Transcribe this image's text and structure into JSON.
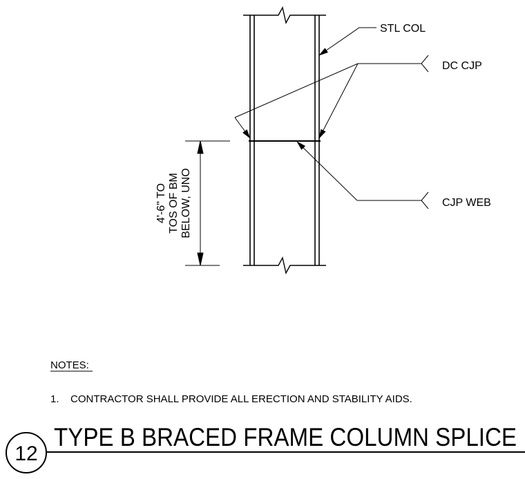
{
  "callouts": {
    "stl_col": "STL COL",
    "dc_cjp": "DC CJP",
    "cjp_web": "CJP WEB"
  },
  "dimension": {
    "line1": "4'-6\" TO",
    "line2": "TOS OF BM",
    "line3": "BELOW, UNO"
  },
  "notes": {
    "heading": "NOTES:",
    "items": [
      {
        "number": "1.",
        "text": "CONTRACTOR SHALL PROVIDE ALL ERECTION AND STABILITY AIDS."
      }
    ]
  },
  "title": {
    "detail_number": "12",
    "text": "TYPE B BRACED FRAME COLUMN SPLICE"
  },
  "colors": {
    "ink": "#000000",
    "background": "#ffffff"
  }
}
